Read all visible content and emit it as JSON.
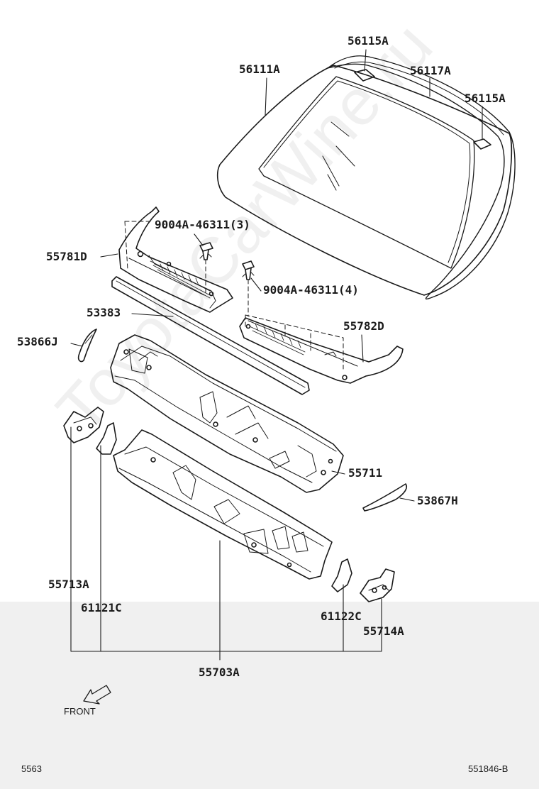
{
  "watermark": "ToyotaCarWine.ru",
  "labels": {
    "p56115a_top": "56115A",
    "p56111a": "56111A",
    "p56117a": "56117A",
    "p56115a_right": "56115A",
    "clip_3": "9004A-46311(3)",
    "p55781d": "55781D",
    "clip_4": "9004A-46311(4)",
    "p53383": "53383",
    "p55782d": "55782D",
    "p53866j": "53866J",
    "p55711": "55711",
    "p53867h": "53867H",
    "p55713a": "55713A",
    "p61121c": "61121C",
    "p61122c": "61122C",
    "p55714a": "55714A",
    "p55703a": "55703A"
  },
  "front_label": "FRONT",
  "footer": {
    "left_code": "5563",
    "right_code": "551846-B"
  },
  "colors": {
    "line": "#1a1a1a",
    "band": "#f0f0f0"
  }
}
